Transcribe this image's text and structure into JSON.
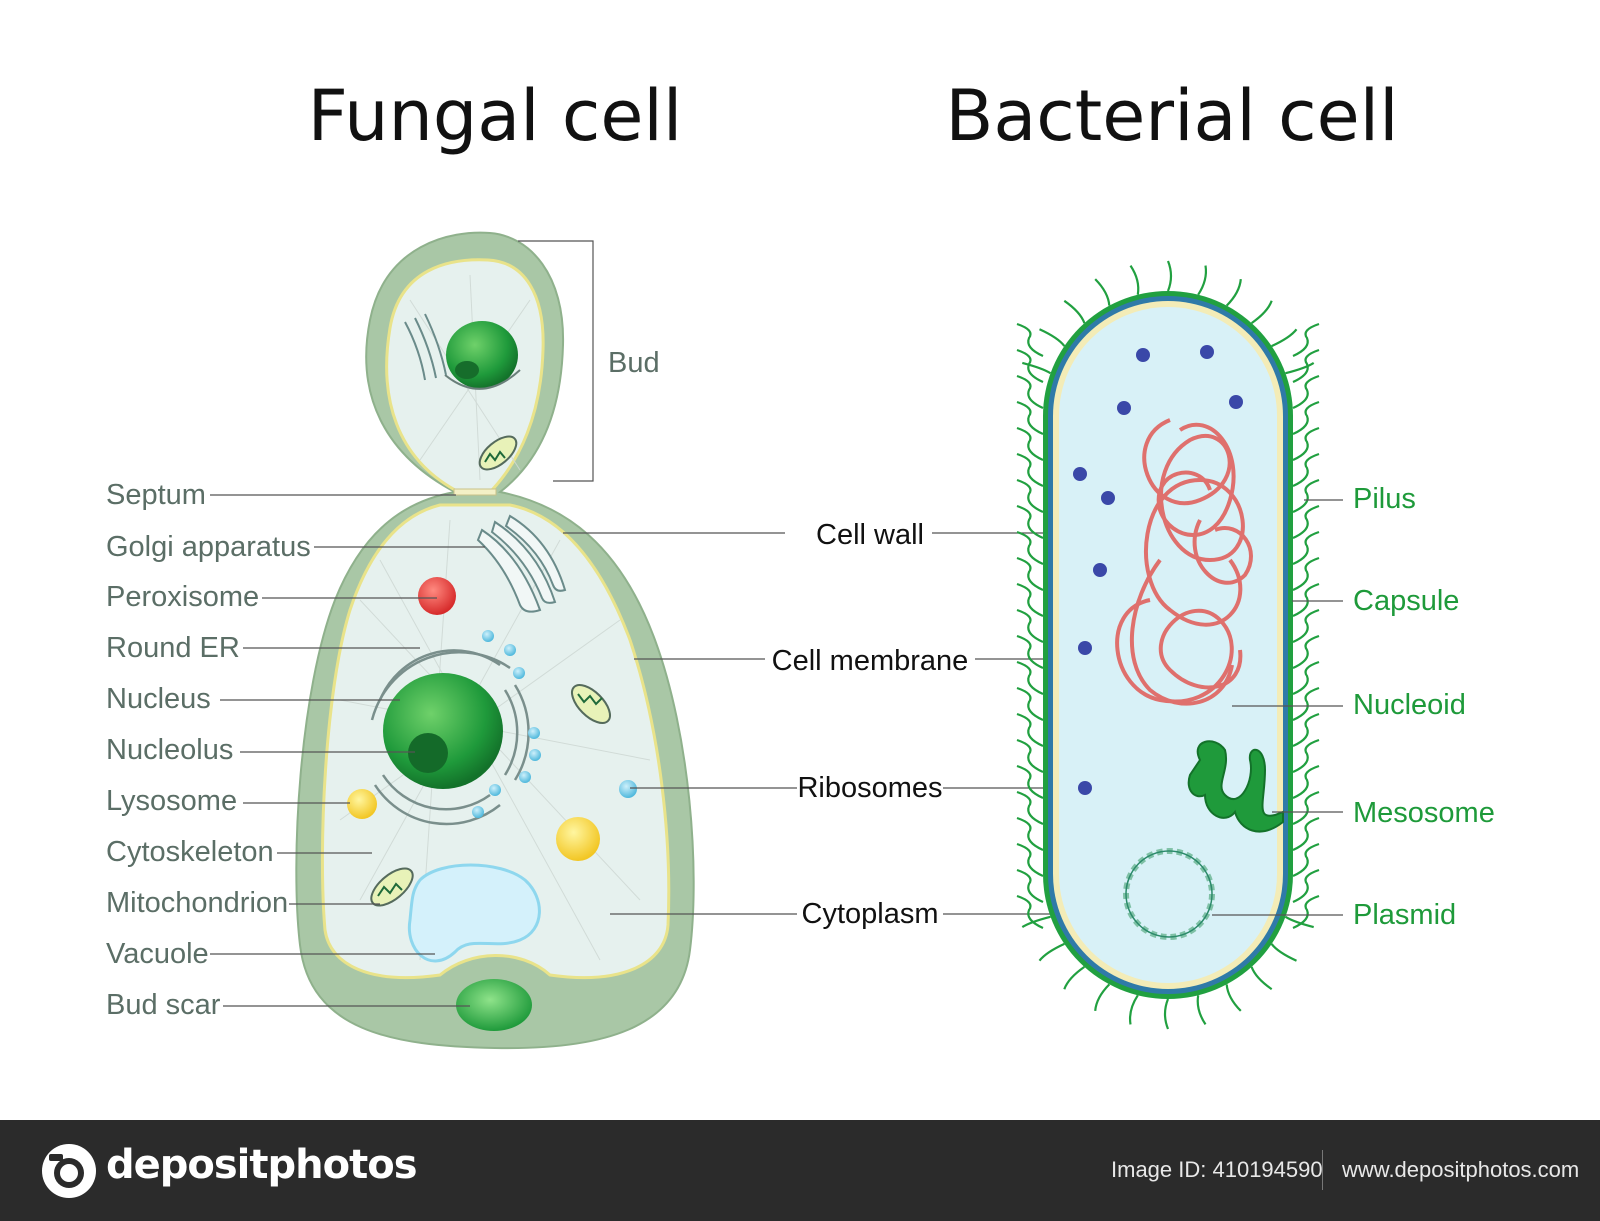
{
  "titles": {
    "fungal": "Fungal cell",
    "bacterial": "Bacterial cell"
  },
  "fungal_labels": {
    "bud": "Bud",
    "septum": "Septum",
    "golgi": "Golgi apparatus",
    "peroxisome": "Peroxisome",
    "round_er": "Round ER",
    "nucleus": "Nucleus",
    "nucleolus": "Nucleolus",
    "lysosome": "Lysosome",
    "cytoskeleton": "Cytoskeleton",
    "mitochondrion": "Mitochondrion",
    "vacuole": "Vacuole",
    "bud_scar": "Bud scar"
  },
  "shared_labels": {
    "cell_wall": "Cell wall",
    "cell_membrane": "Cell membrane",
    "ribosomes": "Ribosomes",
    "cytoplasm": "Cytoplasm"
  },
  "bacterial_labels": {
    "pilus": "Pilus",
    "capsule": "Capsule",
    "nucleoid": "Nucleoid",
    "mesosome": "Mesosome",
    "plasmid": "Plasmid"
  },
  "footer": {
    "brand": "depositphotos",
    "image_id": "Image ID: 410194590",
    "website": "www.depositphotos.com"
  },
  "colors": {
    "fungal_label": "#5b6e66",
    "bacterial_label": "#1e9a3a",
    "shared_label": "#111111",
    "cell_wall_fungal": "#a9c7a6",
    "cytoplasm_fungal": "#e6f1ee",
    "cytoplasm_bacterial": "#d8f1f7",
    "capsule_bacterial": "#21a040",
    "nucleoid": "#e06a66",
    "nucleus": "#1f9a3b",
    "footer_bg": "#2b2b2b"
  }
}
